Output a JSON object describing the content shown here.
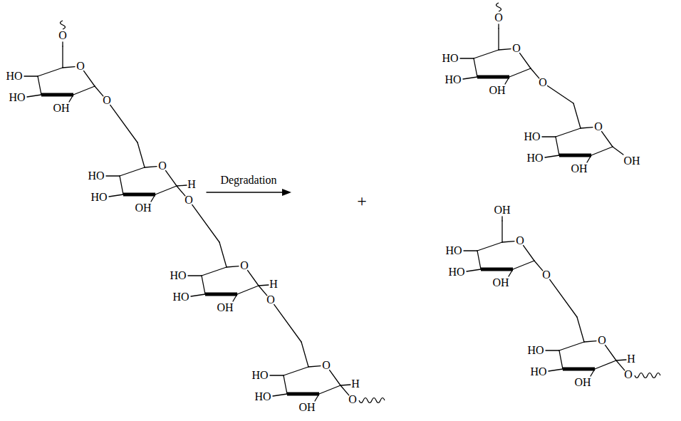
{
  "diagram": {
    "labels": [
      "O",
      "HO",
      "HO",
      "O",
      "OH",
      "O",
      "HO",
      "HO",
      "O",
      "OH",
      "H",
      "O",
      "HO",
      "HO",
      "O",
      "OH",
      "H",
      "O",
      "HO",
      "HO",
      "O",
      "OH",
      "H",
      "O",
      "Degradation",
      "+",
      "O",
      "HO",
      "HO",
      "O",
      "OH",
      "O",
      "HO",
      "HO",
      "O",
      "OH",
      "OH",
      "OH",
      "HO",
      "HO",
      "O",
      "OH",
      "O",
      "HO",
      "HO",
      "O",
      "OH",
      "H",
      "O"
    ]
  }
}
